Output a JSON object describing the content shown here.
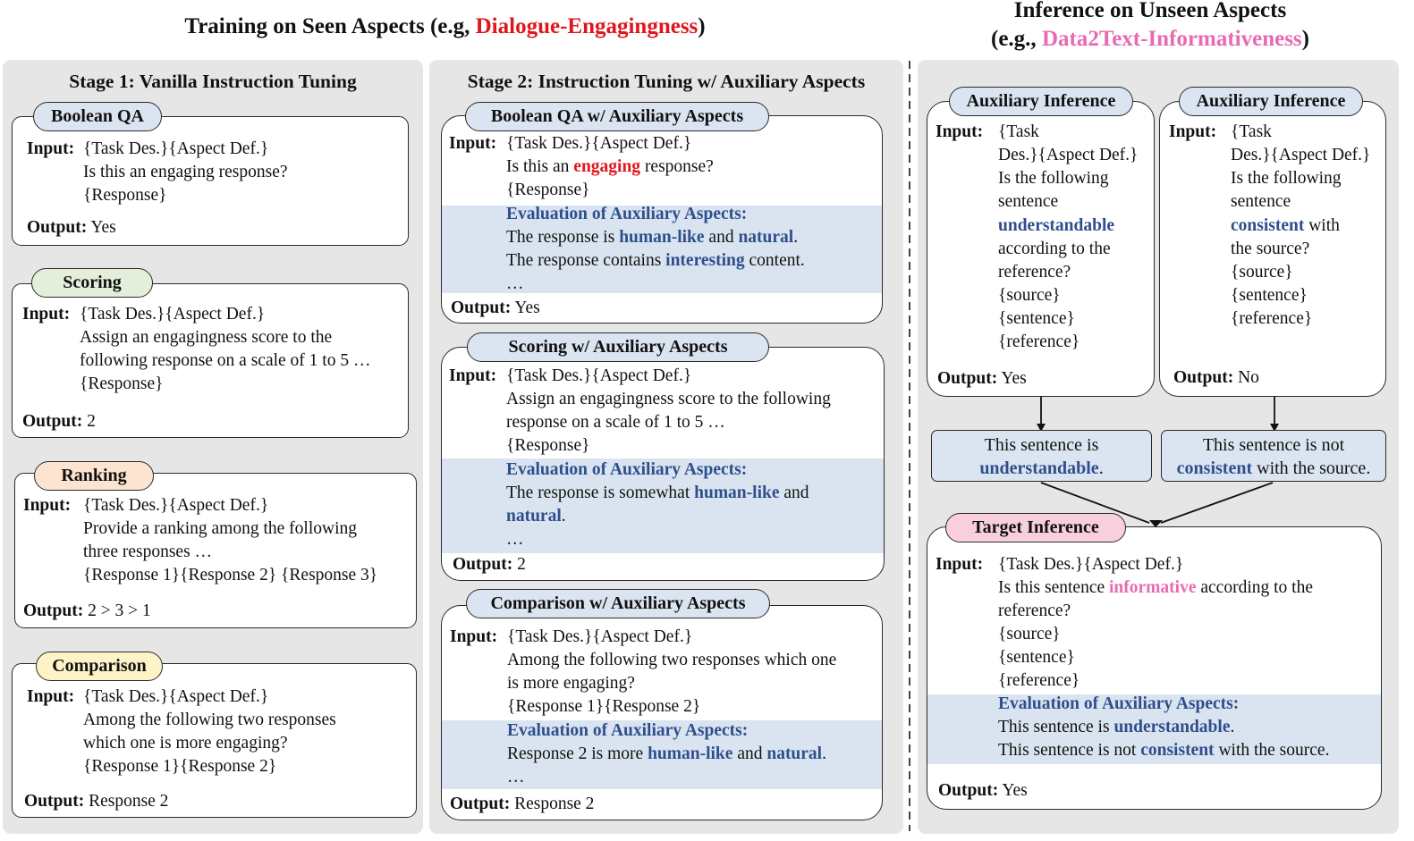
{
  "titles": {
    "training_prefix": "Training on Seen Aspects (e.g, ",
    "training_aspect": "Dialogue-Engagingness",
    "training_suffix": ")",
    "inference_line1": "Inference on Unseen Aspects",
    "inference_prefix": "(e.g., ",
    "inference_aspect": "Data2Text-Informativeness",
    "inference_suffix": ")"
  },
  "stage1": {
    "title": "Stage 1: Vanilla Instruction Tuning",
    "boolean": {
      "label": "Boolean QA",
      "input_label": "Input:",
      "lines": [
        "{Task Des.}{Aspect Def.}",
        "Is this an engaging response?",
        "{Response}"
      ],
      "output_label": "Output:",
      "output": "Yes"
    },
    "scoring": {
      "label": "Scoring",
      "input_label": "Input:",
      "lines": [
        "{Task Des.}{Aspect Def.}",
        "Assign an engagingness score to the",
        "following response on a scale of 1 to 5 …",
        "{Response}"
      ],
      "output_label": "Output:",
      "output": "2"
    },
    "ranking": {
      "label": "Ranking",
      "input_label": "Input:",
      "lines": [
        "{Task Des.}{Aspect Def.}",
        "Provide a ranking among the following",
        "three responses …",
        "{Response 1}{Response 2} {Response 3}"
      ],
      "output_label": "Output:",
      "output": "2 > 3 > 1"
    },
    "comparison": {
      "label": "Comparison",
      "input_label": "Input:",
      "lines": [
        "{Task Des.}{Aspect Def.}",
        "Among the following two responses",
        "which one is more engaging?",
        "{Response 1}{Response 2}"
      ],
      "output_label": "Output:",
      "output": "Response 2"
    }
  },
  "stage2": {
    "title": "Stage 2: Instruction Tuning w/ Auxiliary Aspects",
    "boolean": {
      "label": "Boolean QA w/ Auxiliary Aspects",
      "input_label": "Input:",
      "line1": "{Task Des.}{Aspect Def.}",
      "line2_pre": "Is this an ",
      "line2_kw": "engaging",
      "line2_post": " response?",
      "line3": "{Response}",
      "eval_head": "Evaluation of Auxiliary Aspects:",
      "e1_pre": "The response is ",
      "e1_kw1": "human-like",
      "e1_mid": " and ",
      "e1_kw2": "natural",
      "e1_post": ".",
      "e2_pre": "The response contains ",
      "e2_kw": "interesting",
      "e2_post": " content.",
      "ellipsis": "…",
      "output_label": "Output:",
      "output": "Yes"
    },
    "scoring": {
      "label": "Scoring w/ Auxiliary Aspects",
      "input_label": "Input:",
      "lines": [
        "{Task Des.}{Aspect Def.}",
        "Assign an engagingness score to the following",
        "response on a scale of 1 to 5 …",
        "{Response}"
      ],
      "eval_head": "Evaluation of Auxiliary Aspects:",
      "e1_pre": "The response is somewhat ",
      "e1_kw1": "human-like",
      "e1_post": " and",
      "e2_kw": "natural",
      "e2_post": ".",
      "ellipsis": "…",
      "output_label": "Output:",
      "output": "2"
    },
    "comparison": {
      "label": "Comparison w/ Auxiliary Aspects",
      "input_label": "Input:",
      "lines": [
        "{Task Des.}{Aspect Def.}",
        "Among the following two responses which one",
        "is more engaging?",
        "{Response 1}{Response 2}"
      ],
      "eval_head": "Evaluation of Auxiliary Aspects:",
      "e1_pre": "Response 2 is more ",
      "e1_kw1": "human-like",
      "e1_mid": " and ",
      "e1_kw2": "natural",
      "e1_post": ".",
      "ellipsis": "…",
      "output_label": "Output:",
      "output": "Response 2"
    }
  },
  "inference": {
    "aux1": {
      "label": "Auxiliary Inference",
      "input_label": "Input:",
      "lines": [
        "{Task",
        "Des.}{Aspect Def.}",
        "Is the following",
        "sentence"
      ],
      "kw": "understandable",
      "lines_after": [
        "according to the",
        "reference?",
        "{source}",
        "{sentence}",
        "{reference}"
      ],
      "output_label": "Output:",
      "output": "Yes",
      "result_pre": "This sentence is",
      "result_kw": "understandable",
      "result_post": "."
    },
    "aux2": {
      "label": "Auxiliary Inference",
      "input_label": "Input:",
      "lines": [
        "{Task",
        "Des.}{Aspect Def.}",
        "Is the following",
        "sentence"
      ],
      "kw": "consistent",
      "kw_post": " with",
      "lines_after": [
        "the source?",
        "{source}",
        "{sentence}",
        "{reference}"
      ],
      "output_label": "Output:",
      "output": "No",
      "result_pre": "This sentence is not",
      "result_kw": "consistent",
      "result_post": " with the source."
    },
    "target": {
      "label": "Target Inference",
      "input_label": "Input:",
      "line1": "{Task Des.}{Aspect Def.}",
      "line2_pre": "Is this sentence ",
      "line2_kw": "informative",
      "line2_post": " according to the",
      "lines": [
        "reference?",
        "{source}",
        "{sentence}",
        "{reference}"
      ],
      "eval_head": "Evaluation of Auxiliary Aspects:",
      "e1_pre": "This sentence is ",
      "e1_kw": "understandable",
      "e1_post": ".",
      "e2_pre": "This sentence is not ",
      "e2_kw": "consistent",
      "e2_post": " with the source.",
      "output_label": "Output:",
      "output": "Yes"
    }
  },
  "colors": {
    "accent_red": "#e0161e",
    "accent_pink": "#e86ab0",
    "keyword_blue": "#2e4f8c",
    "panel_gray": "#e6e6e6",
    "highlight_blue": "#dae4f0"
  }
}
